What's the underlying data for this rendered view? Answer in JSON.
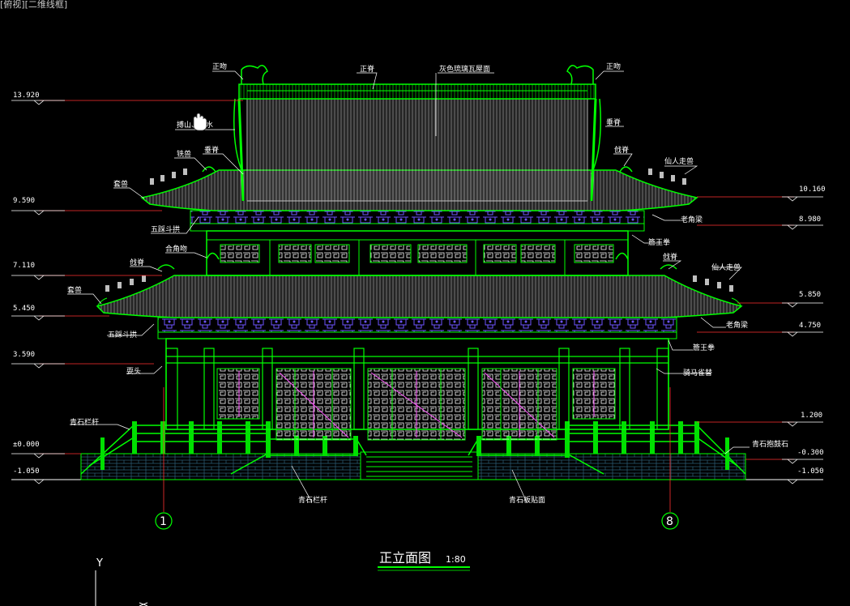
{
  "viewport": {
    "label": "[俯视][二维线框]"
  },
  "drawing": {
    "title": "正立面图",
    "scale": "1:80",
    "colors": {
      "line": "#00ff00",
      "roof": "#bfbfbf",
      "bracket": "#6e54ff",
      "glass": "#ff55ff",
      "level": "#ff3030",
      "dim": "#ffffff"
    }
  },
  "levels": {
    "left": [
      "13.920",
      "9.590",
      "7.110",
      "5.450",
      "3.590",
      "±0.000",
      "-1.050"
    ],
    "right": [
      "10.160",
      "8.980",
      "5.850",
      "4.750",
      "1.200",
      "-0.300",
      "-1.050"
    ]
  },
  "labels": {
    "zhengwen": "正吻",
    "zhengji": "正脊",
    "roof_tile": "灰色琉璃瓦屋面",
    "boshan": "搏山、滴水",
    "chuiji": "垂脊",
    "xiaoshou": "铣兽",
    "taoshou": "套兽",
    "wucai": "五踩斗拱",
    "hejiaowen": "合角吻",
    "qiangji": "戗脊",
    "xianren": "仙人走兽",
    "laojiaoliang": "老角梁",
    "zhuotouzhuang": "簷王拳",
    "shuatou": "耍头",
    "qima": "骑马雀替",
    "qingshi_langan": "青石栏杆",
    "qingshi_baogu": "青石抱鼓石",
    "qingshi_tiemian": "青石板贴面"
  },
  "grid": {
    "left": "1",
    "right": "8"
  },
  "ucs": {
    "y": "Y",
    "x": "X"
  }
}
